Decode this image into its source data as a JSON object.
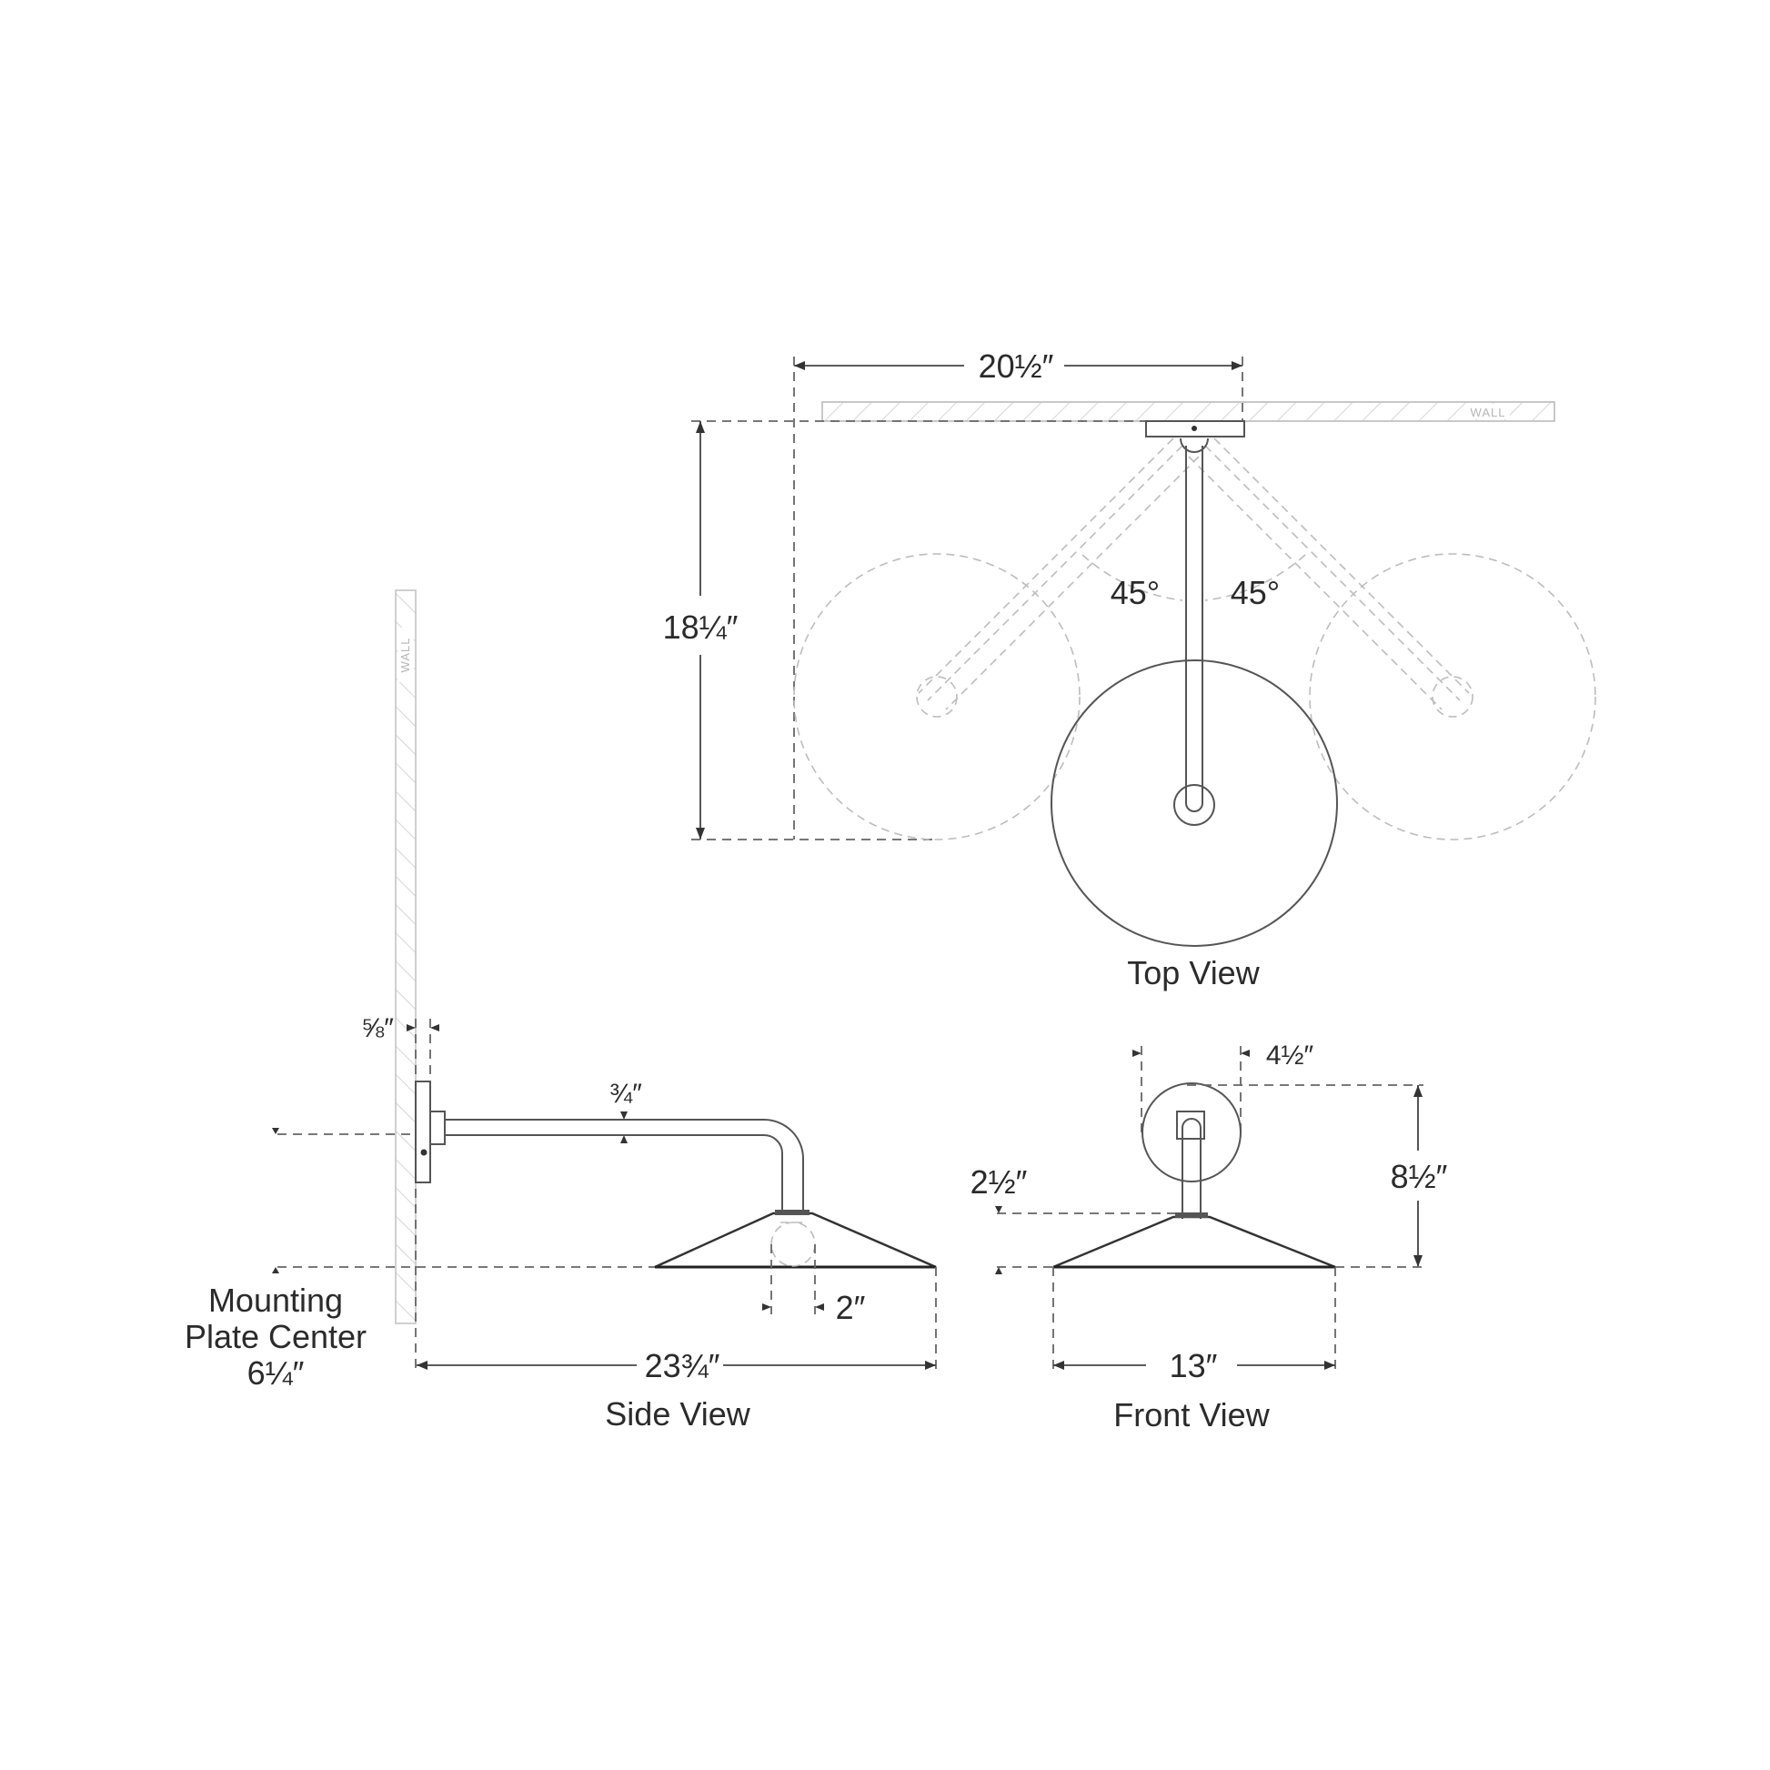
{
  "diagram": {
    "type": "technical-drawing",
    "subject": "wall sconce with swing arm and conical shade",
    "colors": {
      "line": "#555555",
      "text": "#2b2b2b",
      "ghost_line": "#bdbdbd",
      "wall": "#c4c4c4",
      "background": "#ffffff"
    }
  },
  "top_view": {
    "label": "Top View",
    "wall_label": "WALL",
    "dimensions": {
      "width": "20½″",
      "depth": "18¼″",
      "angle_left": "45°",
      "angle_right": "45°"
    }
  },
  "side_view": {
    "label": "Side View",
    "wall_label": "WALL",
    "dimensions": {
      "plate_depth": "⅝″",
      "arm_thickness": "¾″",
      "bulb_width": "2″",
      "extension": "23¾″"
    },
    "mounting_note": {
      "line1": "Mounting",
      "line2": "Plate Center",
      "line3": "6¼″"
    }
  },
  "front_view": {
    "label": "Front View",
    "dimensions": {
      "plate_width": "4½″",
      "height": "8½″",
      "shade_height": "2½″",
      "shade_width": "13″"
    }
  }
}
